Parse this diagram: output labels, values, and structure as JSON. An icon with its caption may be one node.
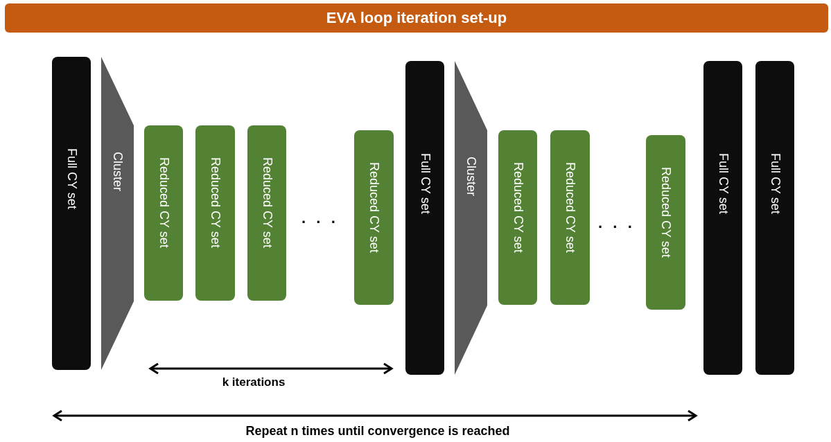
{
  "diagram": {
    "title": "EVA loop iteration set-up",
    "nodes": [
      {
        "text": [
          "Full CY set"
        ]
      },
      {
        "text": [
          "Cluster"
        ]
      },
      {
        "text": [
          "Reduced CY set"
        ]
      },
      {
        "text": [
          "Reduced CY set"
        ]
      },
      {
        "text": [
          "Reduced CY set"
        ]
      },
      {
        "text": [
          "Reduced CY set"
        ]
      },
      {
        "text": [
          "Full CY set"
        ]
      },
      {
        "text": [
          "Cluster"
        ]
      },
      {
        "text": [
          "Reduced CY set"
        ]
      },
      {
        "text": [
          "Reduced CY set"
        ]
      },
      {
        "text": [
          "Reduced CY set"
        ]
      },
      {
        "text": [
          "Full CY set"
        ]
      },
      {
        "text": [
          "Full CY set"
        ]
      }
    ],
    "labels": [
      "· · ·",
      "· · ·",
      "k iterations",
      "Repeat n times until convergence is reached"
    ]
  }
}
